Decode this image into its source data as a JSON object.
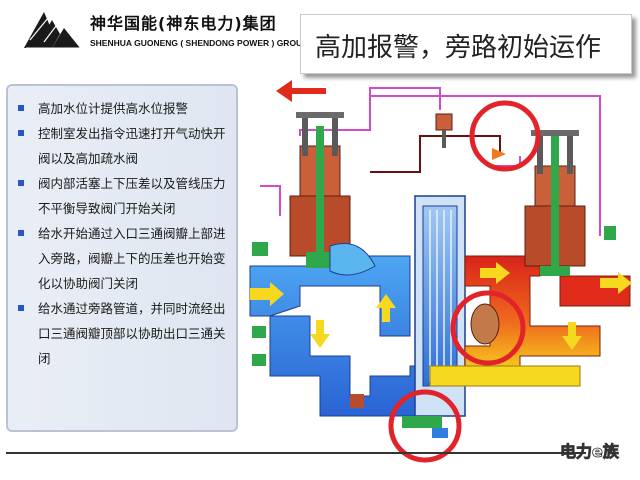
{
  "header": {
    "company_cn": "神华国能(神东电力)集团",
    "company_en": "SHENHUA GUONENG ( SHENDONG POWER ) GROUP"
  },
  "title": "高加报警，旁路初始运作",
  "bullets": [
    {
      "text": "高加水位计提供高水位报警"
    },
    {
      "text": "控制室发出指令迅速打开气动快开阀以及高加疏水阀"
    },
    {
      "text": "阀内部活塞上下压差以及管线压力不平衡导致阀门开始关闭"
    },
    {
      "text": "给水开始通过入口三通阀瓣上部进入旁路，阀瓣上下的压差也开始变化以协助阀门关闭"
    },
    {
      "text": "给水通过旁路管道，并同时流经出口三通阀瓣顶部以协助出口三通关闭"
    }
  ],
  "watermark": "电力e族",
  "colors": {
    "pipe_blue": "#2f7fe0",
    "hot_red": "#e02a1a",
    "hot_yellow": "#f6d81e",
    "valve_brown": "#b84c2a",
    "circle_red": "#e2232a",
    "signal_pink": "#d44ac8",
    "bullet_blue": "#2a55c8"
  },
  "icons": [
    "logo-mark-icon",
    "arrow-left-icon",
    "arrow-down-icon",
    "arrow-up-icon",
    "arrow-right-icon"
  ]
}
